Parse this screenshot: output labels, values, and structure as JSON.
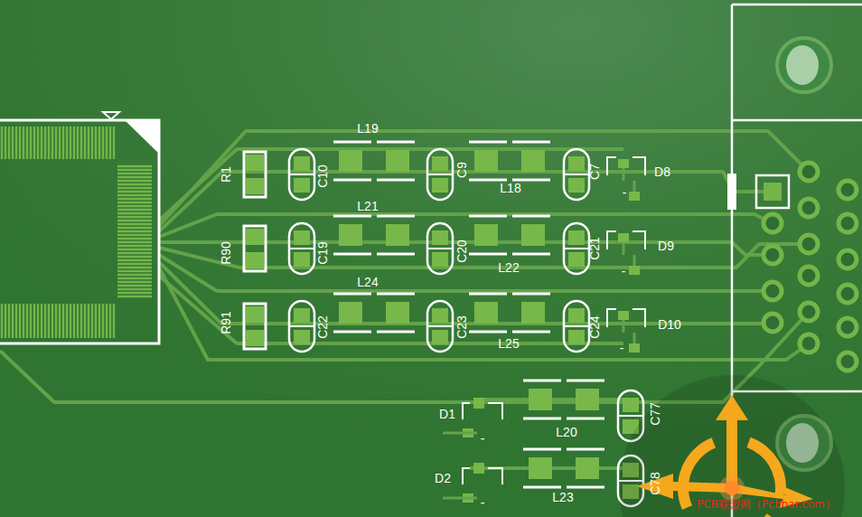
{
  "diagram": {
    "labels": [
      "L19",
      "R1",
      "C10",
      "C9",
      "L18",
      "C7",
      "D8",
      "-",
      "L21",
      "R90",
      "C19",
      "C20",
      "L22",
      "C21",
      "D9",
      "-",
      "L24",
      "R91",
      "C22",
      "C23",
      "L25",
      "C24",
      "D10",
      "-",
      "D1",
      "C77",
      "-",
      "L20",
      "D2",
      "C78",
      "L23",
      "-",
      "PCB联盟网（Pcbbar.com）"
    ]
  }
}
